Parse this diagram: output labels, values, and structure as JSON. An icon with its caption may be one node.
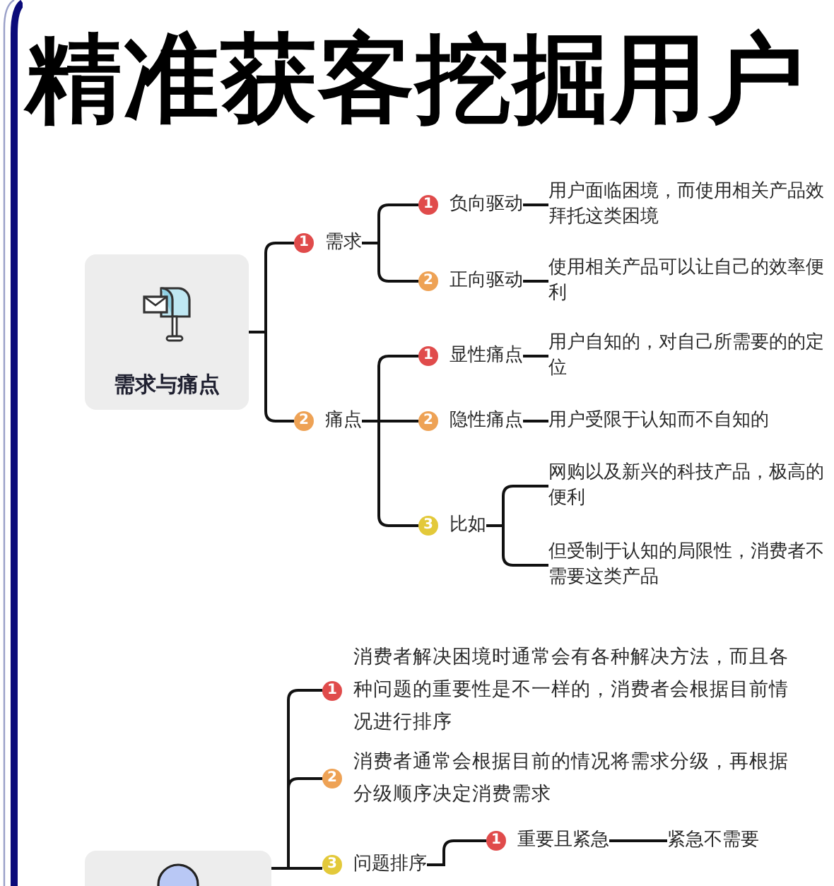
{
  "diagram": {
    "title": "精准获客挖掘用户",
    "nodes": [
      {
        "text": [
          "需求与痛点"
        ]
      },
      {
        "text": [
          "1",
          "需求"
        ]
      },
      {
        "text": [
          "1",
          "负向驱动"
        ]
      },
      {
        "text": [
          "用户面临困境，而使用相关产品效拜托这类困境"
        ]
      },
      {
        "text": [
          "2",
          "正向驱动"
        ]
      },
      {
        "text": [
          "使用相关产品可以让自己的效率便利"
        ]
      },
      {
        "text": [
          "2",
          "痛点"
        ]
      },
      {
        "text": [
          "1",
          "显性痛点"
        ]
      },
      {
        "text": [
          "用户自知的，对自己所需要的的定位"
        ]
      },
      {
        "text": [
          "2",
          "隐性痛点"
        ]
      },
      {
        "text": [
          "用户受限于认知而不自知的"
        ]
      },
      {
        "text": [
          "3",
          "比如"
        ]
      },
      {
        "text": [
          "网购以及新兴的科技产品，极高的便利"
        ]
      },
      {
        "text": [
          "但受制于认知的局限性，消费者不需要这类产品"
        ]
      },
      {
        "text": [],
        "shape": "box"
      },
      {
        "text": [
          "1",
          "消费者解决困境时通常会有各种解决方法，而且各种问题的重要性是不一样的，消费者会根据目前情况进行排序"
        ]
      },
      {
        "text": [
          "2",
          "消费者通常会根据目前的情况将需求分级，再根据分级顺序决定消费需求"
        ]
      },
      {
        "text": [
          "3",
          "问题排序"
        ]
      },
      {
        "text": [
          "1",
          "重要且紧急"
        ]
      },
      {
        "text": [
          "紧急不需要"
        ]
      }
    ],
    "edges": [
      {
        "from": 0,
        "to": 1,
        "arrow": "none"
      },
      {
        "from": 0,
        "to": 6,
        "arrow": "none"
      },
      {
        "from": 1,
        "to": 2,
        "arrow": "none"
      },
      {
        "from": 1,
        "to": 4,
        "arrow": "none"
      },
      {
        "from": 2,
        "to": 3,
        "arrow": "none"
      },
      {
        "from": 4,
        "to": 5,
        "arrow": "none"
      },
      {
        "from": 6,
        "to": 7,
        "arrow": "none"
      },
      {
        "from": 6,
        "to": 9,
        "arrow": "none"
      },
      {
        "from": 6,
        "to": 11,
        "arrow": "none"
      },
      {
        "from": 7,
        "to": 8,
        "arrow": "none"
      },
      {
        "from": 9,
        "to": 10,
        "arrow": "none"
      },
      {
        "from": 11,
        "to": 12,
        "arrow": "none"
      },
      {
        "from": 11,
        "to": 13,
        "arrow": "none"
      },
      {
        "from": 14,
        "to": 15,
        "arrow": "none"
      },
      {
        "from": 14,
        "to": 16,
        "arrow": "none"
      },
      {
        "from": 14,
        "to": 17,
        "arrow": "none"
      },
      {
        "from": 17,
        "to": 18,
        "arrow": "none"
      },
      {
        "from": 18,
        "to": 19,
        "arrow": "none"
      }
    ]
  }
}
